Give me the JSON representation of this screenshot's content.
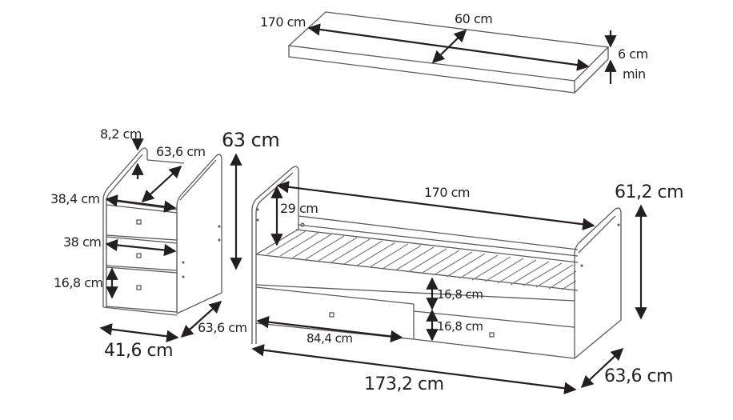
{
  "colors": {
    "line": "#231f20",
    "outline": "#5a5a5a",
    "background": "#ffffff"
  },
  "mattress": {
    "length": "170 cm",
    "width": "60 cm",
    "height": "6 cm",
    "height_note": "min"
  },
  "cabinet": {
    "backrest_height": "8,2 cm",
    "top_depth": "63,6 cm",
    "total_height": "63 cm",
    "top_drawer_width": "38,4 cm",
    "middle_drawer_width": "38 cm",
    "bottom_drawer_height": "16,8 cm",
    "base_depth": "63,6 cm",
    "base_width": "41,6 cm"
  },
  "bed": {
    "sleeping_length": "170 cm",
    "rail_height": "29 cm",
    "total_height": "61,2 cm",
    "upper_drawer_height": "16,8 cm",
    "lower_drawer_height": "16,8 cm",
    "drawer_width": "84,4 cm",
    "total_length": "173,2 cm",
    "depth": "63,6 cm"
  }
}
